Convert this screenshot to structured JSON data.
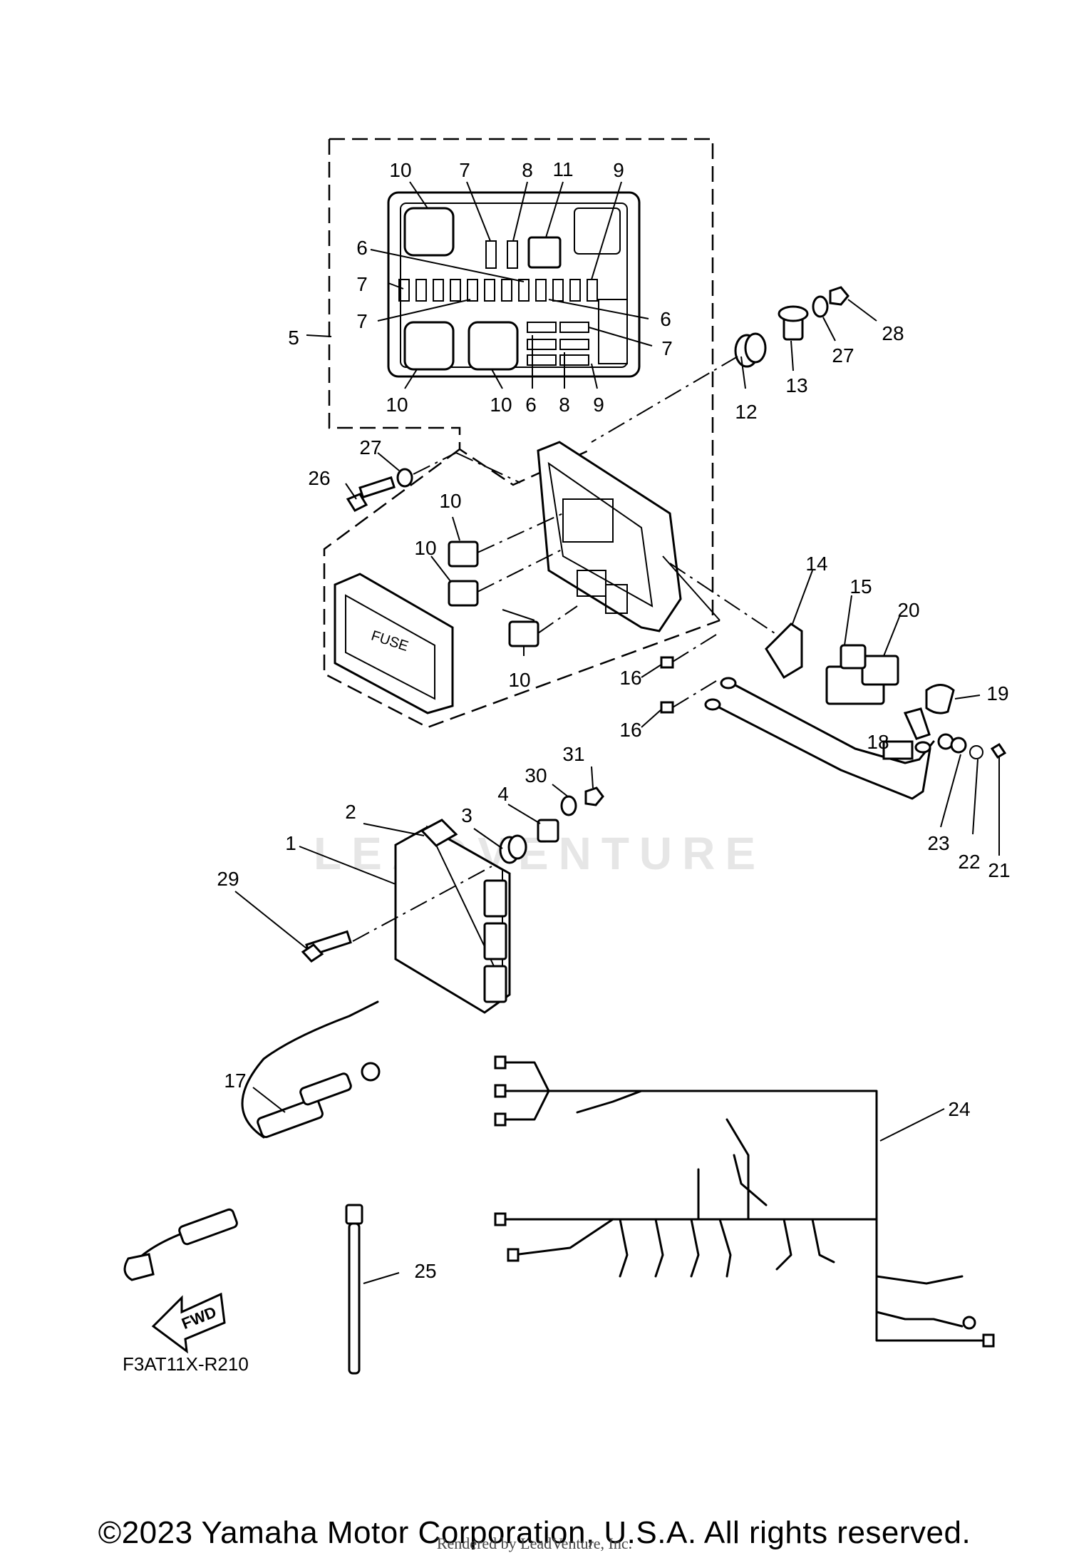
{
  "diagram": {
    "drawing_number": "F3AT11X-R210",
    "fwd_label": "FWD",
    "fuse_label": "FUSE",
    "watermark": "LEADVENTURE",
    "copyright": "©2023 Yamaha Motor Corporation, U.S.A. All rights reserved.",
    "rendered_by": "Rendered by LeadVenture, Inc."
  },
  "callouts": [
    "1",
    "2",
    "3",
    "4",
    "5",
    "6",
    "7",
    "8",
    "9",
    "10",
    "11",
    "12",
    "13",
    "14",
    "15",
    "16",
    "17",
    "18",
    "19",
    "20",
    "21",
    "22",
    "23",
    "24",
    "25",
    "26",
    "27",
    "28",
    "29",
    "30",
    "31"
  ]
}
